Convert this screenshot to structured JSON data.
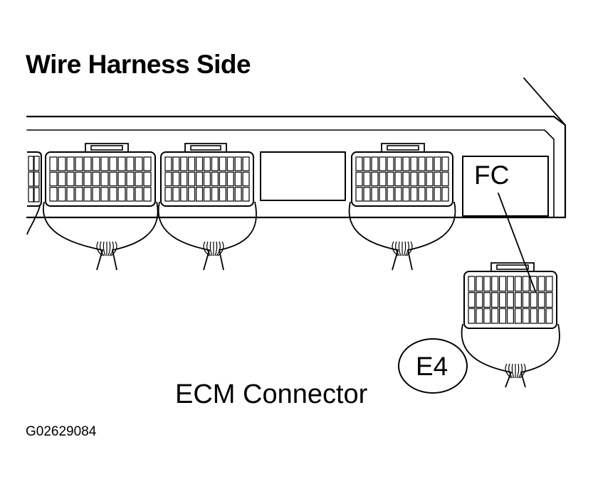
{
  "title": "Wire Harness Side",
  "callout_label": "FC",
  "connector_id": "E4",
  "caption": "ECM Connector",
  "figure_code": "G02629084",
  "colors": {
    "line": "#000000",
    "background": "#ffffff"
  }
}
